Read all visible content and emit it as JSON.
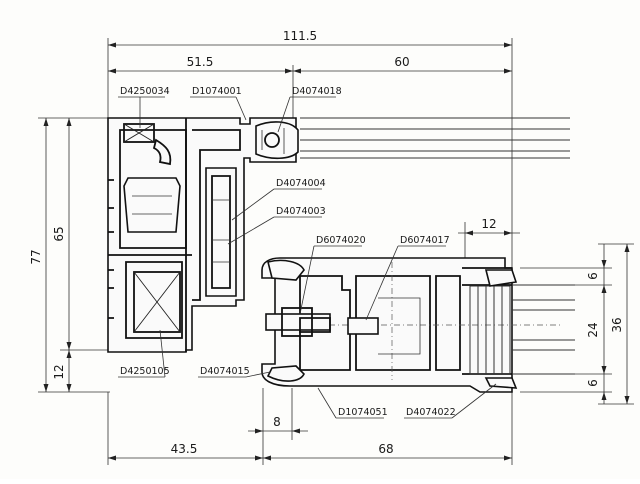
{
  "drawing": {
    "dimensions": {
      "overall_width": "111.5",
      "frame_width": "51.5",
      "sash_width": "60",
      "height_total": "77",
      "height_frame": "65",
      "height_bottom": "12",
      "gap_12": "12",
      "gap_8": "8",
      "bottom_left": "43.5",
      "bottom_right": "68",
      "glass_top": "6",
      "glass_mid": "24",
      "glass_bottom": "6",
      "glass_total": "36"
    },
    "parts": {
      "p1": "D4250034",
      "p2": "D1074001",
      "p3": "D4074018",
      "p4": "D4074004",
      "p5": "D4074003",
      "p6": "D6074020",
      "p7": "D6074017",
      "p8": "D4250105",
      "p9": "D4074015",
      "p10": "D1074051",
      "p11": "D4074022"
    }
  }
}
